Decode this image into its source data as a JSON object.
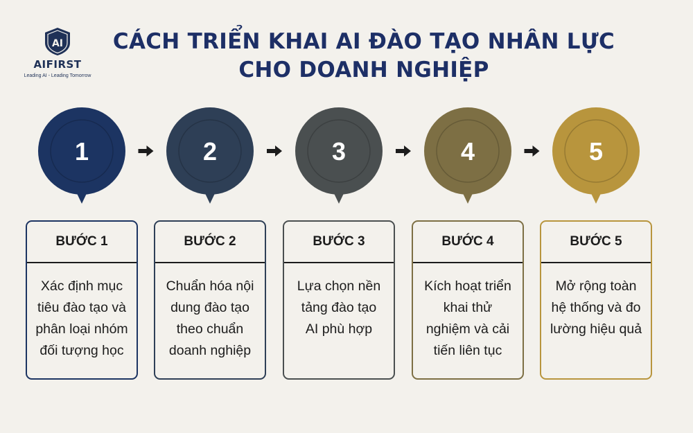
{
  "logo": {
    "mark": "AI",
    "name": "AIFIRST",
    "tagline": "Leading AI - Leading Tomorrow"
  },
  "title": {
    "line1": "CÁCH TRIỂN KHAI AI ĐÀO TẠO NHÂN LỰC",
    "line2": "CHO DOANH NGHIỆP"
  },
  "arrow_icon": "right-arrow-icon",
  "steps": [
    {
      "number": "1",
      "label": "BƯỚC 1",
      "color": "#1c3462",
      "description": [
        "Xác định mục",
        "tiêu đào tạo và",
        "phân loại nhóm",
        "đối tượng học"
      ]
    },
    {
      "number": "2",
      "label": "BƯỚC 2",
      "color": "#2e3f56",
      "description": [
        "Chuẩn hóa nội",
        "dung đào tạo",
        "theo chuẩn",
        "doanh nghiệp"
      ]
    },
    {
      "number": "3",
      "label": "BƯỚC 3",
      "color": "#4a4f50",
      "description": [
        "Lựa chọn nền",
        "tảng đào tạo",
        "AI phù hợp"
      ]
    },
    {
      "number": "4",
      "label": "BƯỚC 4",
      "color": "#7d6f44",
      "description": [
        "Kích hoạt triển",
        "khai thử",
        "nghiệm và cải",
        "tiến liên tục"
      ]
    },
    {
      "number": "5",
      "label": "BƯỚC 5",
      "color": "#b8953d",
      "description": [
        "Mở rộng toàn",
        "hệ thống và đo",
        "lường hiệu quả"
      ]
    }
  ]
}
